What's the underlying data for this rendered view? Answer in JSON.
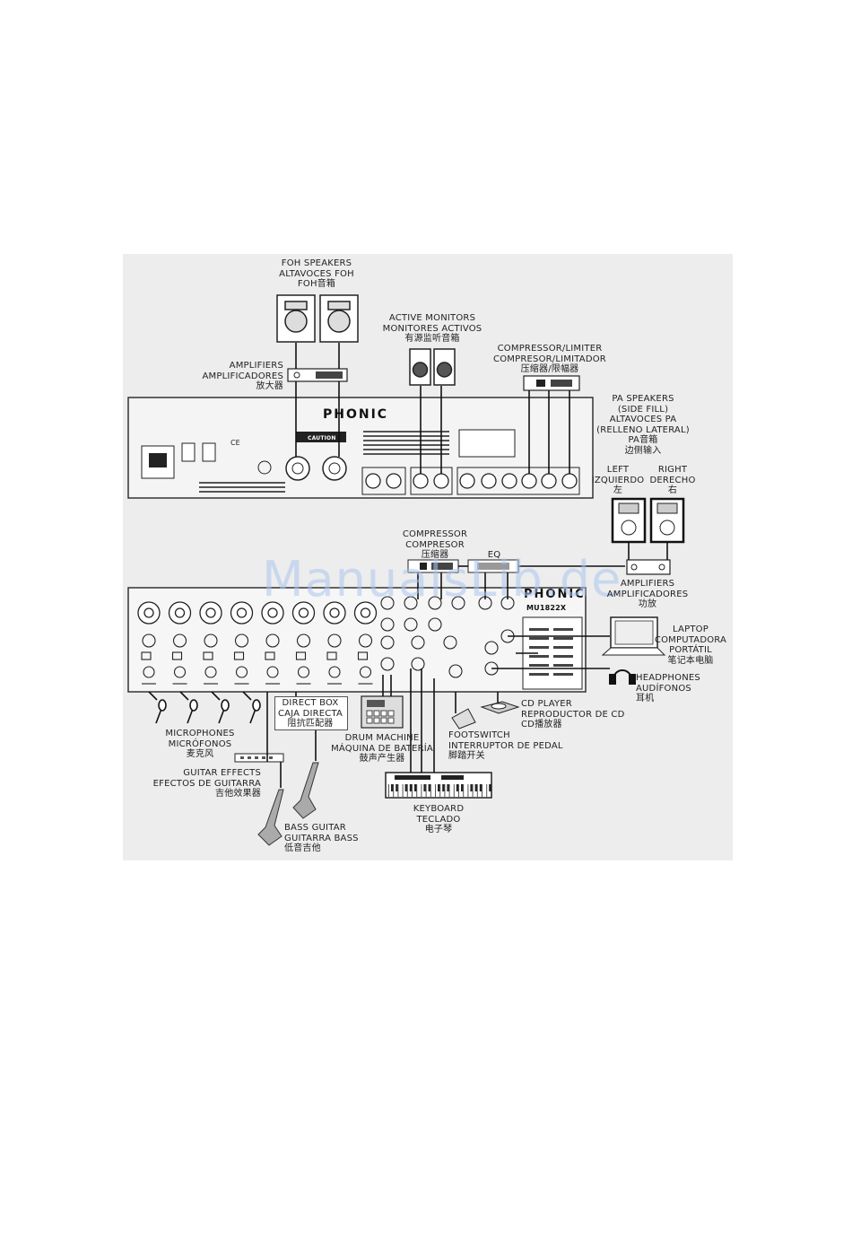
{
  "brand": "PHONIC",
  "model": "MU1822X",
  "caution": "CAUTION",
  "watermark": "ManualsLib.de",
  "labels": {
    "foh": [
      "FOH SPEAKERS",
      "ALTAVOCES FOH",
      "FOH音箱"
    ],
    "active_monitors": [
      "ACTIVE MONITORS",
      "MONITORES ACTIVOS",
      "有源监听音箱"
    ],
    "amplifiers_top": [
      "AMPLIFIERS",
      "AMPLIFICADORES",
      "放大器"
    ],
    "compressor_limiter": [
      "COMPRESSOR/LIMITER",
      "COMPRESOR/LIMITADOR",
      "压缩器/限幅器"
    ],
    "pa_speakers": [
      "PA SPEAKERS",
      "(SIDE FILL)",
      "ALTAVOCES PA",
      "(RELLENO LATERAL)",
      "PA音箱",
      "边侧输入"
    ],
    "left": [
      "LEFT",
      "IZQUIERDO",
      "左"
    ],
    "right": [
      "RIGHT",
      "DERECHO",
      "右"
    ],
    "compressor": [
      "COMPRESSOR",
      "COMPRESOR",
      "压缩器"
    ],
    "eq": [
      "EQ"
    ],
    "amplifiers_bottom": [
      "AMPLIFIERS",
      "AMPLIFICADORES",
      "功放"
    ],
    "laptop": [
      "LAPTOP",
      "COMPUTADORA",
      "PORTÁTIL",
      "笔记本电脑"
    ],
    "headphones": [
      "HEADPHONES",
      "AUDÍFONOS",
      "耳机"
    ],
    "cd_player": [
      "CD PLAYER",
      "REPRODUCTOR DE CD",
      "CD播放器"
    ],
    "direct_box": [
      "DIRECT BOX",
      "CAJA DIRECTA",
      "阻抗匹配器"
    ],
    "drum_machine": [
      "DRUM MACHINE",
      "MÁQUINA DE BATERÍA",
      "鼓声产生器"
    ],
    "footswitch": [
      "FOOTSWITCH",
      "INTERRUPTOR DE PEDAL",
      "脚踏开关"
    ],
    "microphones": [
      "MICROPHONES",
      "MICRÓFONOS",
      "麦克风"
    ],
    "guitar_effects": [
      "GUITAR EFFECTS",
      "EFECTOS DE GUITARRA",
      "吉他效果器"
    ],
    "keyboard": [
      "KEYBOARD",
      "TECLADO",
      "电子琴"
    ],
    "bass_guitar": [
      "BASS GUITAR",
      "GUITARRA BASS",
      "低音吉他"
    ]
  }
}
